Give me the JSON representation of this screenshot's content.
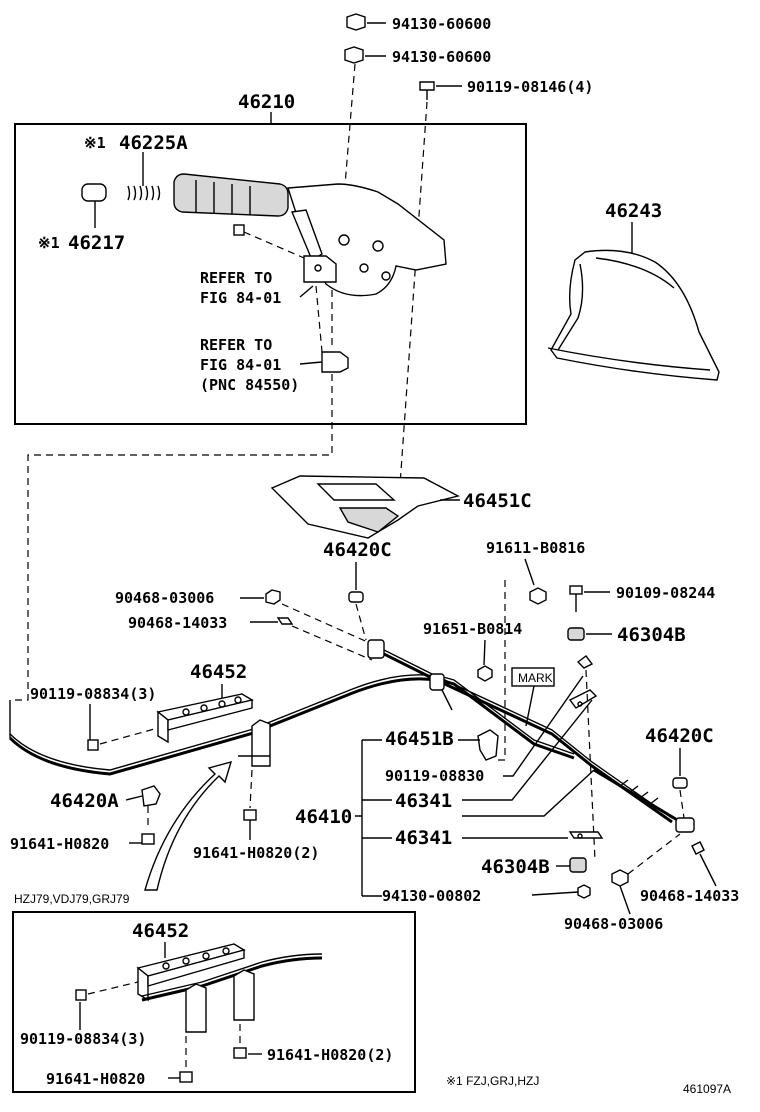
{
  "labels": {
    "nut_1": "94130-60600",
    "nut_2": "94130-60600",
    "bolt_top": "90119-08146(4)",
    "lever_assy": "46210",
    "grip_button": "46225A",
    "grip_button_mark": "※1",
    "knob": "46217",
    "knob_mark": "※1",
    "refer_1_line1": "REFER TO",
    "refer_1_line2": "FIG 84-01",
    "refer_2_line1": "REFER TO",
    "refer_2_line2": "FIG 84-01",
    "refer_2_line3": "(PNC 84550)",
    "boot": "46243",
    "bracket_plate": "46451C",
    "clamp_upper": "46420C",
    "bolt_right": "91611-B0816",
    "nut_left_1": "90468-03006",
    "clip_left": "90468-14033",
    "bolt_far_right": "90109-08244",
    "bolt_mid": "91651-B0814",
    "retainer_right": "46304B",
    "mark_tag": "MARK",
    "bracket_left": "46452",
    "bolt_left": "90119-08834(3)",
    "bracket_b": "46451B",
    "clamp_right": "46420C",
    "bolt_mark": "90119-08830",
    "cable_1": "46341",
    "cable_assy": "46410",
    "cable_2": "46341",
    "clamp_left": "46420A",
    "bolt_lower_left": "91641-H0820",
    "bolt_lower_mid": "91641-H0820(2)",
    "retainer_lower": "46304B",
    "clip_right": "90468-14033",
    "nut_lower": "94130-00802",
    "nut_right_lower": "90468-03006",
    "variant_note": "HZJ79,VDJ79,GRJ79",
    "inset_bracket": "46452",
    "inset_bolt": "90119-08834(3)",
    "inset_bolt_mid": "91641-H0820(2)",
    "inset_bolt_low": "91641-H0820",
    "footnote": "※1 FZJ,GRJ,HZJ",
    "figure_id": "461097A"
  }
}
